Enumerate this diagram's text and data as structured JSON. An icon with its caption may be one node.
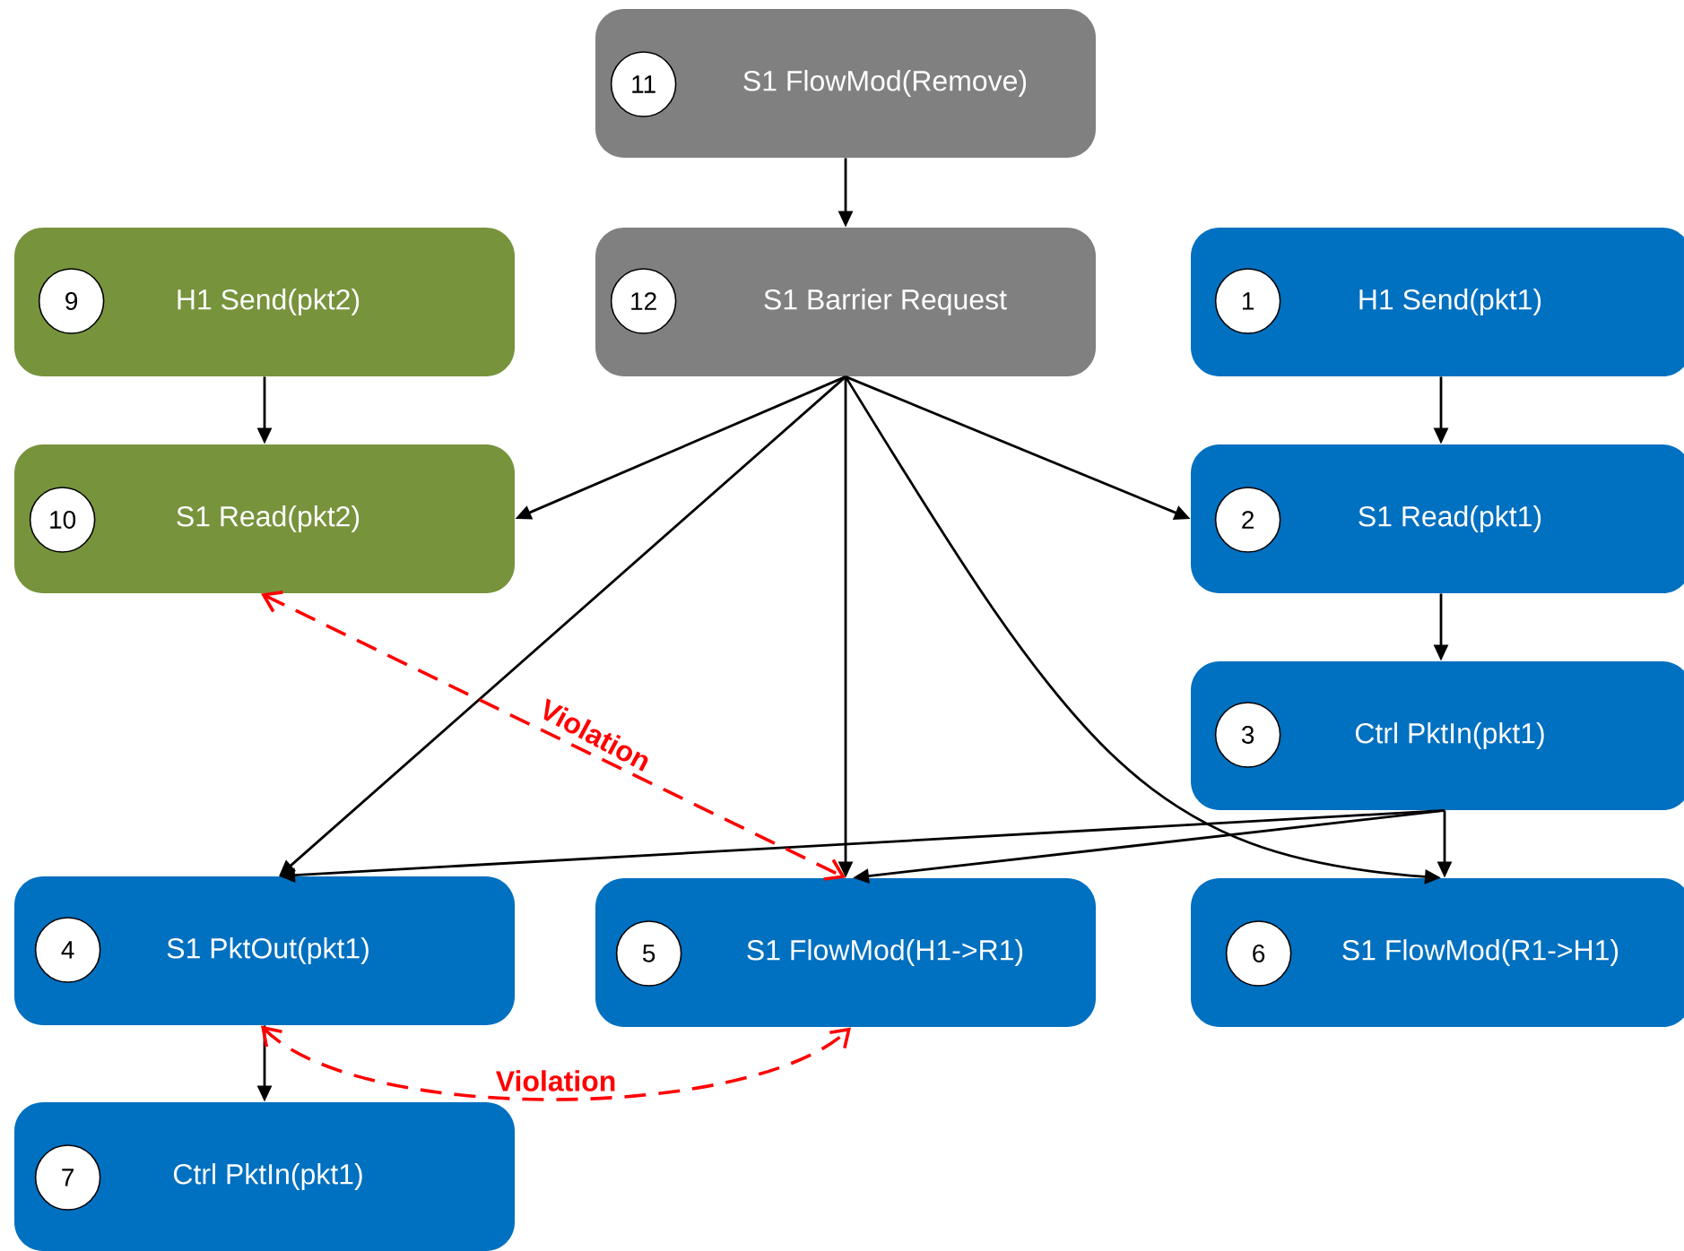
{
  "diagram": {
    "nodes": [
      {
        "text": [
          "S1 FlowMod(Remove)"
        ]
      },
      {
        "text": [
          "11"
        ],
        "in": 0
      },
      {
        "text": [
          "H1 Send(pkt2)"
        ]
      },
      {
        "text": [
          "9"
        ],
        "in": 2
      },
      {
        "text": [
          "S1 Barrier Request"
        ]
      },
      {
        "text": [
          "12"
        ],
        "in": 4
      },
      {
        "text": [
          "H1 Send(pkt1)"
        ]
      },
      {
        "text": [
          "1"
        ],
        "in": 6
      },
      {
        "text": [
          "S1 Read(pkt2)"
        ]
      },
      {
        "text": [
          "10"
        ],
        "in": 8
      },
      {
        "text": [
          "S1 Read(pkt1)"
        ]
      },
      {
        "text": [
          "2"
        ],
        "in": 10
      },
      {
        "text": [
          "Ctrl PktIn(pkt1)"
        ]
      },
      {
        "text": [
          "3"
        ],
        "in": 12
      },
      {
        "text": [
          "S1 PktOut(pkt1)"
        ]
      },
      {
        "text": [
          "4"
        ],
        "in": 14
      },
      {
        "text": [
          "S1 FlowMod(H1->R1)"
        ]
      },
      {
        "text": [
          "5"
        ],
        "in": 16
      },
      {
        "text": [
          "S1 FlowMod(R1->H1)"
        ]
      },
      {
        "text": [
          "6"
        ],
        "in": 18
      },
      {
        "text": [
          "Ctrl PktIn(pkt1)"
        ]
      },
      {
        "text": [
          "7"
        ],
        "in": 20
      }
    ],
    "edges": [
      {
        "from": 0,
        "to": 4,
        "arrow": "to"
      },
      {
        "from": 2,
        "to": 8,
        "arrow": "to"
      },
      {
        "from": 6,
        "to": 10,
        "arrow": "to"
      },
      {
        "from": 10,
        "to": 12,
        "arrow": "to"
      },
      {
        "from": 4,
        "to": 8,
        "arrow": "to"
      },
      {
        "from": 4,
        "to": 10,
        "arrow": "to"
      },
      {
        "from": 4,
        "to": 14,
        "arrow": "to"
      },
      {
        "from": 4,
        "to": 16,
        "arrow": "to"
      },
      {
        "from": 4,
        "to": 18,
        "arrow": "to"
      },
      {
        "from": 12,
        "to": 14,
        "arrow": "to"
      },
      {
        "from": 12,
        "to": 16,
        "arrow": "to"
      },
      {
        "from": 12,
        "to": 18,
        "arrow": "to"
      },
      {
        "from": 14,
        "to": 20,
        "arrow": "to"
      },
      {
        "from": 8,
        "to": 16,
        "arrow": "both",
        "label": "Violation",
        "style": "dashed",
        "color": "#ff0000"
      },
      {
        "from": 14,
        "to": 16,
        "arrow": "both",
        "label": "Violation",
        "style": "dashed",
        "color": "#ff0000"
      }
    ]
  }
}
